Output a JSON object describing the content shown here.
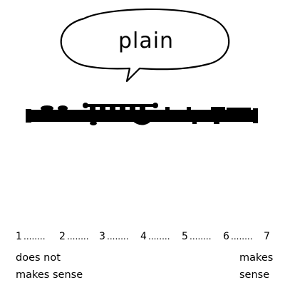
{
  "speech_bubble": {
    "word": "plain"
  },
  "instrument": {
    "icon": "flute-icon"
  },
  "rating_scale": {
    "points": [
      "1",
      "2",
      "3",
      "4",
      "5",
      "6",
      "7"
    ],
    "separator": "........",
    "left_anchor": [
      "does not",
      "makes sense"
    ],
    "right_anchor": [
      "makes",
      "sense"
    ]
  }
}
